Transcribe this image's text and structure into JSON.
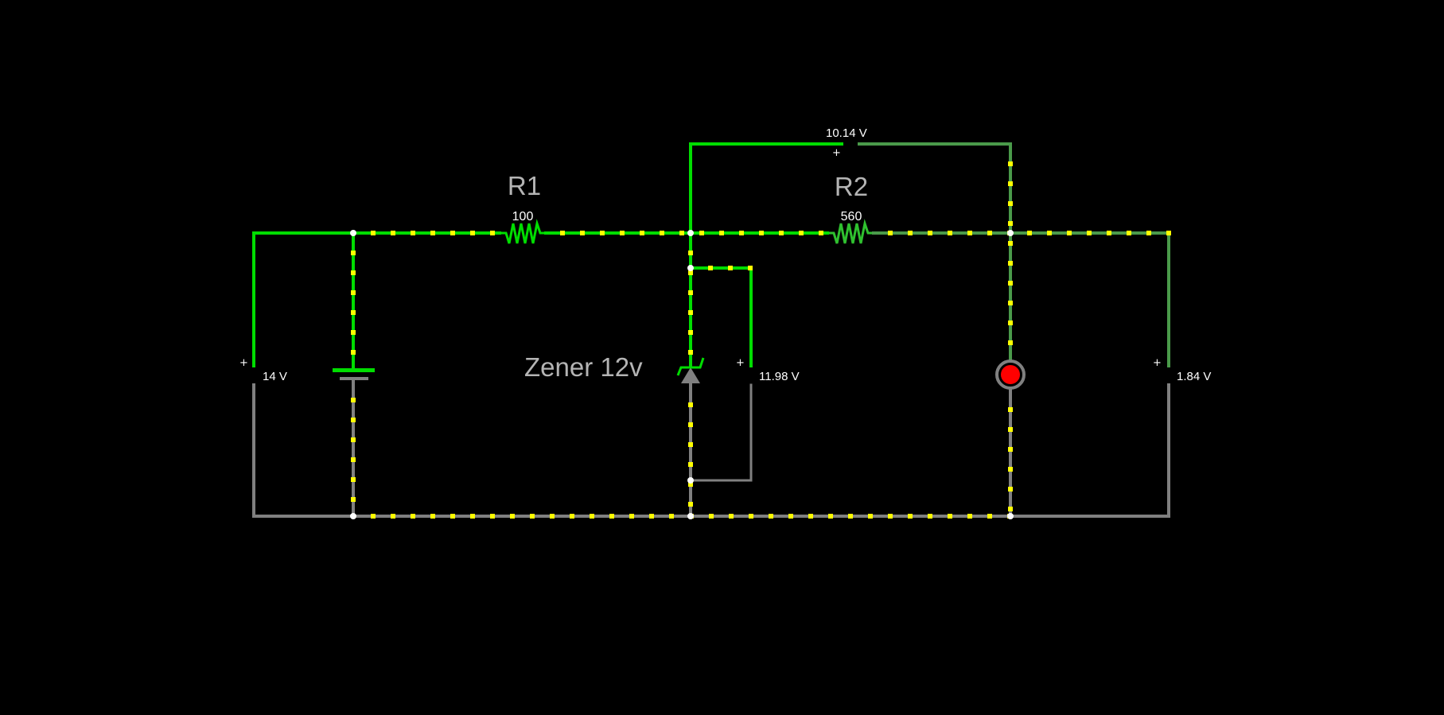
{
  "app": {
    "title": "Circuit simulator - Zener regulator"
  },
  "colors": {
    "background": "#000000",
    "wire_high": "#00dd00",
    "wire_mid": "#4a9a4a",
    "wire_ground": "#808080",
    "current_dot": "#ffff00",
    "node": "#ffffff",
    "label": "#b4b4b4",
    "led_on": "#ff0000"
  },
  "components": {
    "r1": {
      "name": "R1",
      "value": "100"
    },
    "r2": {
      "name": "R2",
      "value": "560"
    },
    "zener": {
      "name": "Zener 12v"
    },
    "battery": {
      "name": "battery"
    },
    "led": {
      "name": "led",
      "state": "on"
    }
  },
  "meters": {
    "source": {
      "plus": "+",
      "reading": "14 V"
    },
    "zener": {
      "plus": "+",
      "reading": "11.98 V"
    },
    "r2": {
      "plus": "+",
      "reading": "10.14 V"
    },
    "led": {
      "plus": "+",
      "reading": "1.84 V"
    }
  }
}
